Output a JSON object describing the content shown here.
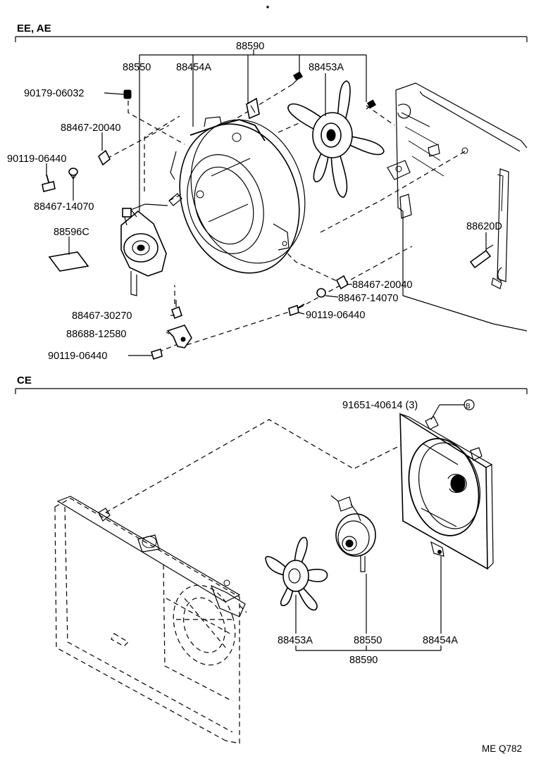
{
  "sections": {
    "ee_ae": "EE, AE",
    "ce": "CE"
  },
  "labels": {
    "ee_88590": "88590",
    "ee_88550": "88550",
    "ee_88454a": "88454A",
    "ee_88453a": "88453A",
    "ee_90179_06032": "90179-06032",
    "ee_88467_20040_a": "88467-20040",
    "ee_90119_06440_a": "90119-06440",
    "ee_88467_14070_a": "88467-14070",
    "ee_88596c": "88596C",
    "ee_88620d": "88620D",
    "ee_88467_20040_b": "88467-20040",
    "ee_88467_14070_b": "88467-14070",
    "ee_90119_06440_b": "90119-06440",
    "ee_88467_30270": "88467-30270",
    "ee_88688_12580": "88688-12580",
    "ee_90119_06440_c": "90119-06440",
    "ce_91651_40614": "91651-40614 (3)",
    "ce_ref_b": "B",
    "ce_88453a": "88453A",
    "ce_88550": "88550",
    "ce_88454a": "88454A",
    "ce_88590": "88590"
  },
  "footer_code": "ME Q782"
}
